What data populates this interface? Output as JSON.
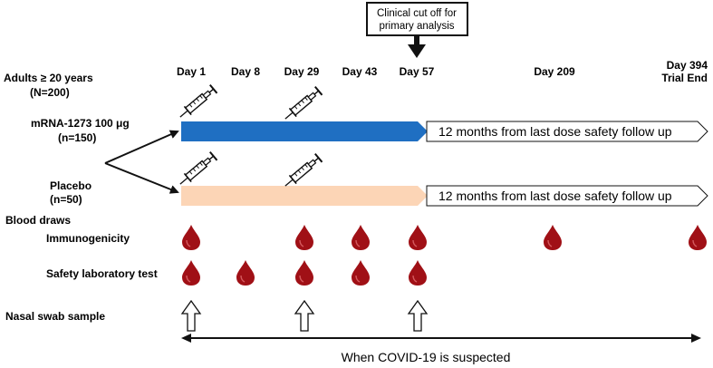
{
  "cutoff_box": {
    "line1": "Clinical cut off for",
    "line2": "primary analysis"
  },
  "population": {
    "line1": "Adults ≥ 20 years",
    "line2": "(N=200)"
  },
  "timeline": {
    "day1": "Day 1",
    "day8": "Day 8",
    "day29": "Day 29",
    "day43": "Day 43",
    "day57": "Day 57",
    "day209": "Day 209",
    "day394": "Day 394",
    "trial_end": "Trial End"
  },
  "arms": {
    "mrna": {
      "line1": "mRNA-1273 100 μg",
      "line2": "(n=150)",
      "bar_color": "#1f6fc2",
      "followup": "12 months from last dose safety follow up"
    },
    "placebo": {
      "line1": "Placebo",
      "line2": "(n=50)",
      "bar_color": "#fcd5b6",
      "followup": "12 months from last dose safety follow up"
    }
  },
  "rows": {
    "blood_draws": "Blood draws",
    "immunogenicity": "Immunogenicity",
    "safety_lab": "Safety laboratory test",
    "nasal_swab": "Nasal swab sample"
  },
  "covid_note": "When COVID-19 is suspected",
  "icons": {
    "syringe": "syringe-icon",
    "blood_drop": "blood-drop-icon",
    "swab_arrow": "up-arrow-icon"
  },
  "colors": {
    "blood": "#a01016"
  }
}
